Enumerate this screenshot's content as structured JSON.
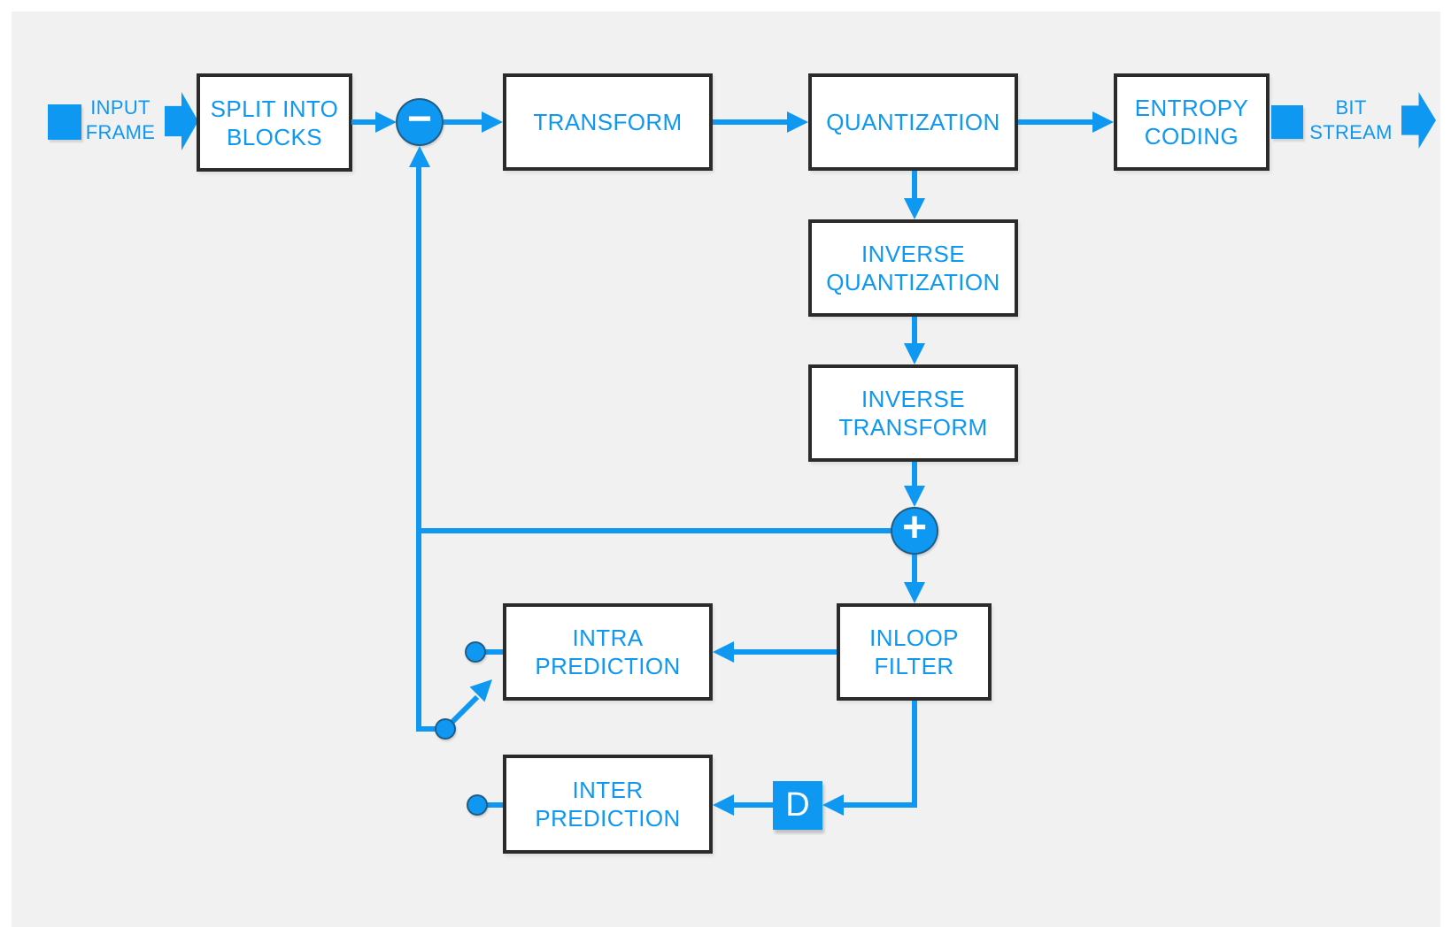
{
  "colors": {
    "accent": "#0f98f2",
    "canvas_bg": "#f1f1f1",
    "page_bg": "#ffffff",
    "node_border": "#2b2b2b",
    "node_fill": "#ffffff"
  },
  "nodes": {
    "split": {
      "label": "SPLIT INTO\nBLOCKS"
    },
    "transform": {
      "label": "TRANSFORM"
    },
    "quantization": {
      "label": "QUANTIZATION"
    },
    "entropy_coding": {
      "label": "ENTROPY\nCODING"
    },
    "inverse_quantization": {
      "label": "INVERSE\nQUANTIZATION"
    },
    "inverse_transform": {
      "label": "INVERSE\nTRANSFORM"
    },
    "inloop_filter": {
      "label": "INLOOP\nFILTER"
    },
    "intra_prediction": {
      "label": "INTRA\nPREDICTION"
    },
    "inter_prediction": {
      "label": "INTER\nPREDICTION"
    }
  },
  "io": {
    "input_label": "INPUT\nFRAME",
    "output_label": "BIT\nSTREAM"
  },
  "operators": {
    "subtract": "−",
    "add": "+",
    "delay": "D"
  }
}
